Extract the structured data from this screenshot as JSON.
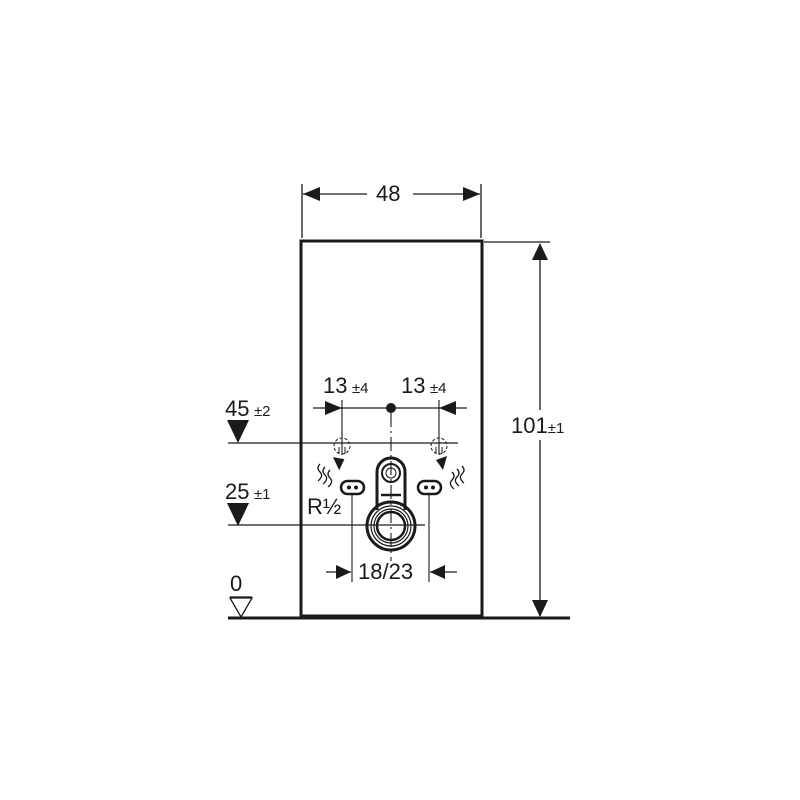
{
  "diagram": {
    "type": "technical-dimension-drawing",
    "subject": "wall-hung WC installation module (front view)",
    "stroke_color": "#1a1a1a",
    "background_color": "#ffffff",
    "units": "cm",
    "dimensions": {
      "width": {
        "value": "48"
      },
      "height": {
        "value": "101",
        "tolerance": "±1"
      },
      "supply_offset_left": {
        "value": "13",
        "tolerance": "±4"
      },
      "supply_offset_right": {
        "value": "13",
        "tolerance": "±4"
      },
      "fixing_distance": {
        "value": "18/23"
      }
    },
    "levels": [
      {
        "value": "45",
        "tolerance": "±2",
        "marker": "filled-triangle"
      },
      {
        "value": "25",
        "tolerance": "±1",
        "marker": "filled-triangle"
      },
      {
        "value": "0",
        "marker": "open-triangle"
      }
    ],
    "connection_label": "R½",
    "connection_label_main": "R",
    "connection_label_fraction": "½"
  }
}
